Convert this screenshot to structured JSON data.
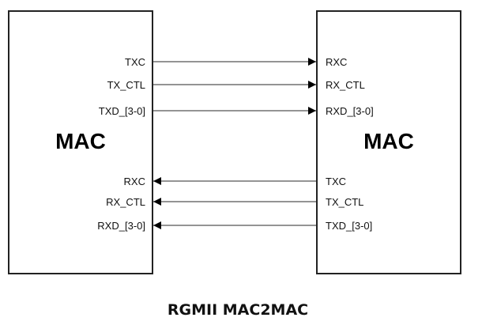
{
  "caption": "RGMII MAC2MAC",
  "colors": {
    "box_stroke": "#222222",
    "line": "#555555",
    "arrowhead": "#000000",
    "text": "#111111"
  },
  "left_block": {
    "label": "MAC",
    "outputs": [
      "TXC",
      "TX_CTL",
      "TXD_[3-0]"
    ],
    "inputs": [
      "RXC",
      "RX_CTL",
      "RXD_[3-0]"
    ]
  },
  "right_block": {
    "label": "MAC",
    "inputs": [
      "RXC",
      "RX_CTL",
      "RXD_[3-0]"
    ],
    "outputs": [
      "TXC",
      "TX_CTL",
      "TXD_[3-0]"
    ]
  },
  "connections": [
    {
      "from": "left.TXC",
      "to": "right.RXC",
      "direction": "left-to-right"
    },
    {
      "from": "left.TX_CTL",
      "to": "right.RX_CTL",
      "direction": "left-to-right"
    },
    {
      "from": "left.TXD_[3-0]",
      "to": "right.RXD_[3-0]",
      "direction": "left-to-right"
    },
    {
      "from": "right.TXC",
      "to": "left.RXC",
      "direction": "right-to-left"
    },
    {
      "from": "right.TX_CTL",
      "to": "left.RX_CTL",
      "direction": "right-to-left"
    },
    {
      "from": "right.TXD_[3-0]",
      "to": "left.RXD_[3-0]",
      "direction": "right-to-left"
    }
  ]
}
